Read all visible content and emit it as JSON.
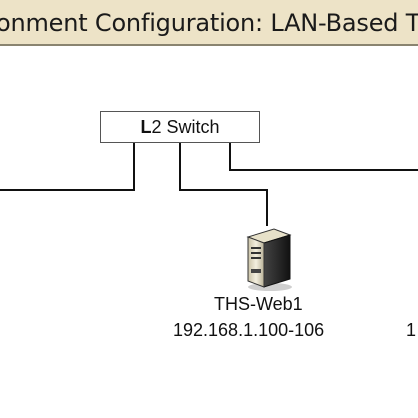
{
  "title": {
    "text": "onment Configuration: LAN-Based T"
  },
  "switch": {
    "prefix": "L",
    "label": "2 Switch"
  },
  "host": {
    "name": "THS-Web1",
    "ip": "192.168.1.100-106"
  },
  "cut_label": "1",
  "icons": {
    "server": "server-tower-icon"
  }
}
